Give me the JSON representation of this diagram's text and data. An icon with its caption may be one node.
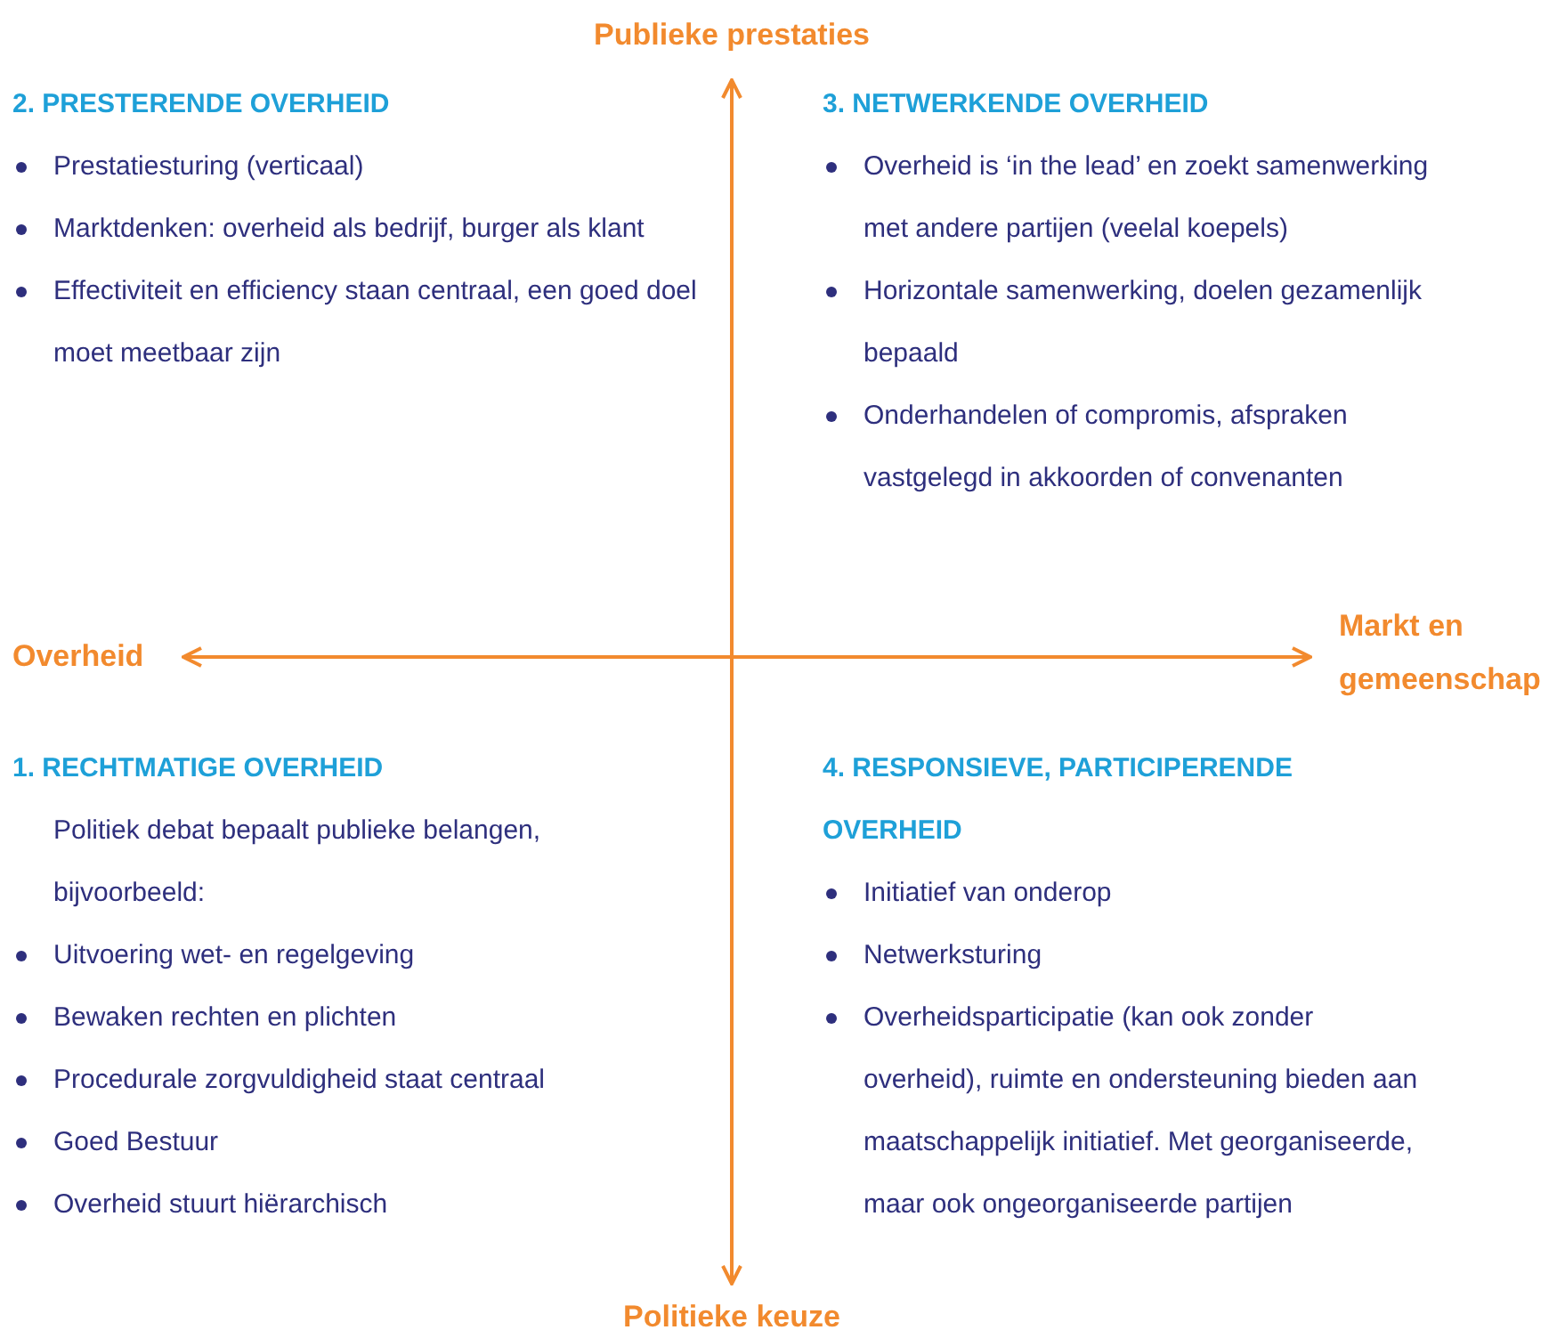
{
  "diagram": {
    "nodes": [
      {
        "text": [
          "Publieke prestaties"
        ]
      },
      {
        "text": [
          "Overheid"
        ]
      },
      {
        "text": [
          "Markt en gemeenschap"
        ]
      },
      {
        "text": [
          "Politieke keuze"
        ]
      }
    ],
    "edges": [
      {
        "from": 1,
        "to": 2,
        "arrow": "both"
      },
      {
        "from": 0,
        "to": 3,
        "arrow": "both"
      }
    ],
    "labels": [
      "2. PRESTERENDE OVERHEID",
      "Prestatiesturing (verticaal)",
      "Marktdenken: overheid als bedrijf, burger als klant",
      "Effectiviteit en efficiency staan centraal, een goed doel moet meetbaar zijn",
      "3. NETWERKENDE OVERHEID",
      "Overheid is ‘in the lead’ en zoekt samenwerking met andere partijen (veelal koepels)",
      "Horizontale samenwerking, doelen gezamenlijk bepaald",
      "Onderhandelen of compromis, afspraken vastgelegd in akkoorden of convenanten",
      "1. RECHTMATIGE OVERHEID",
      "Politiek debat bepaalt publieke belangen, bijvoorbeeld:",
      "Uitvoering wet- en regelgeving",
      "Bewaken rechten en plichten",
      "Procedurale zorgvuldigheid staat centraal",
      "Goed Bestuur",
      "Overheid stuurt hiërarchisch",
      "4. RESPONSIEVE, PARTICIPERENDE OVERHEID",
      "Initiatief van onderop",
      "Netwerksturing",
      "Overheidsparticipatie (kan ook zonder overheid), ruimte en ondersteuning bieden aan maatschappelijk initiatief. Met georganiseerde, maar ook ongeorganiseerde partijen"
    ]
  }
}
